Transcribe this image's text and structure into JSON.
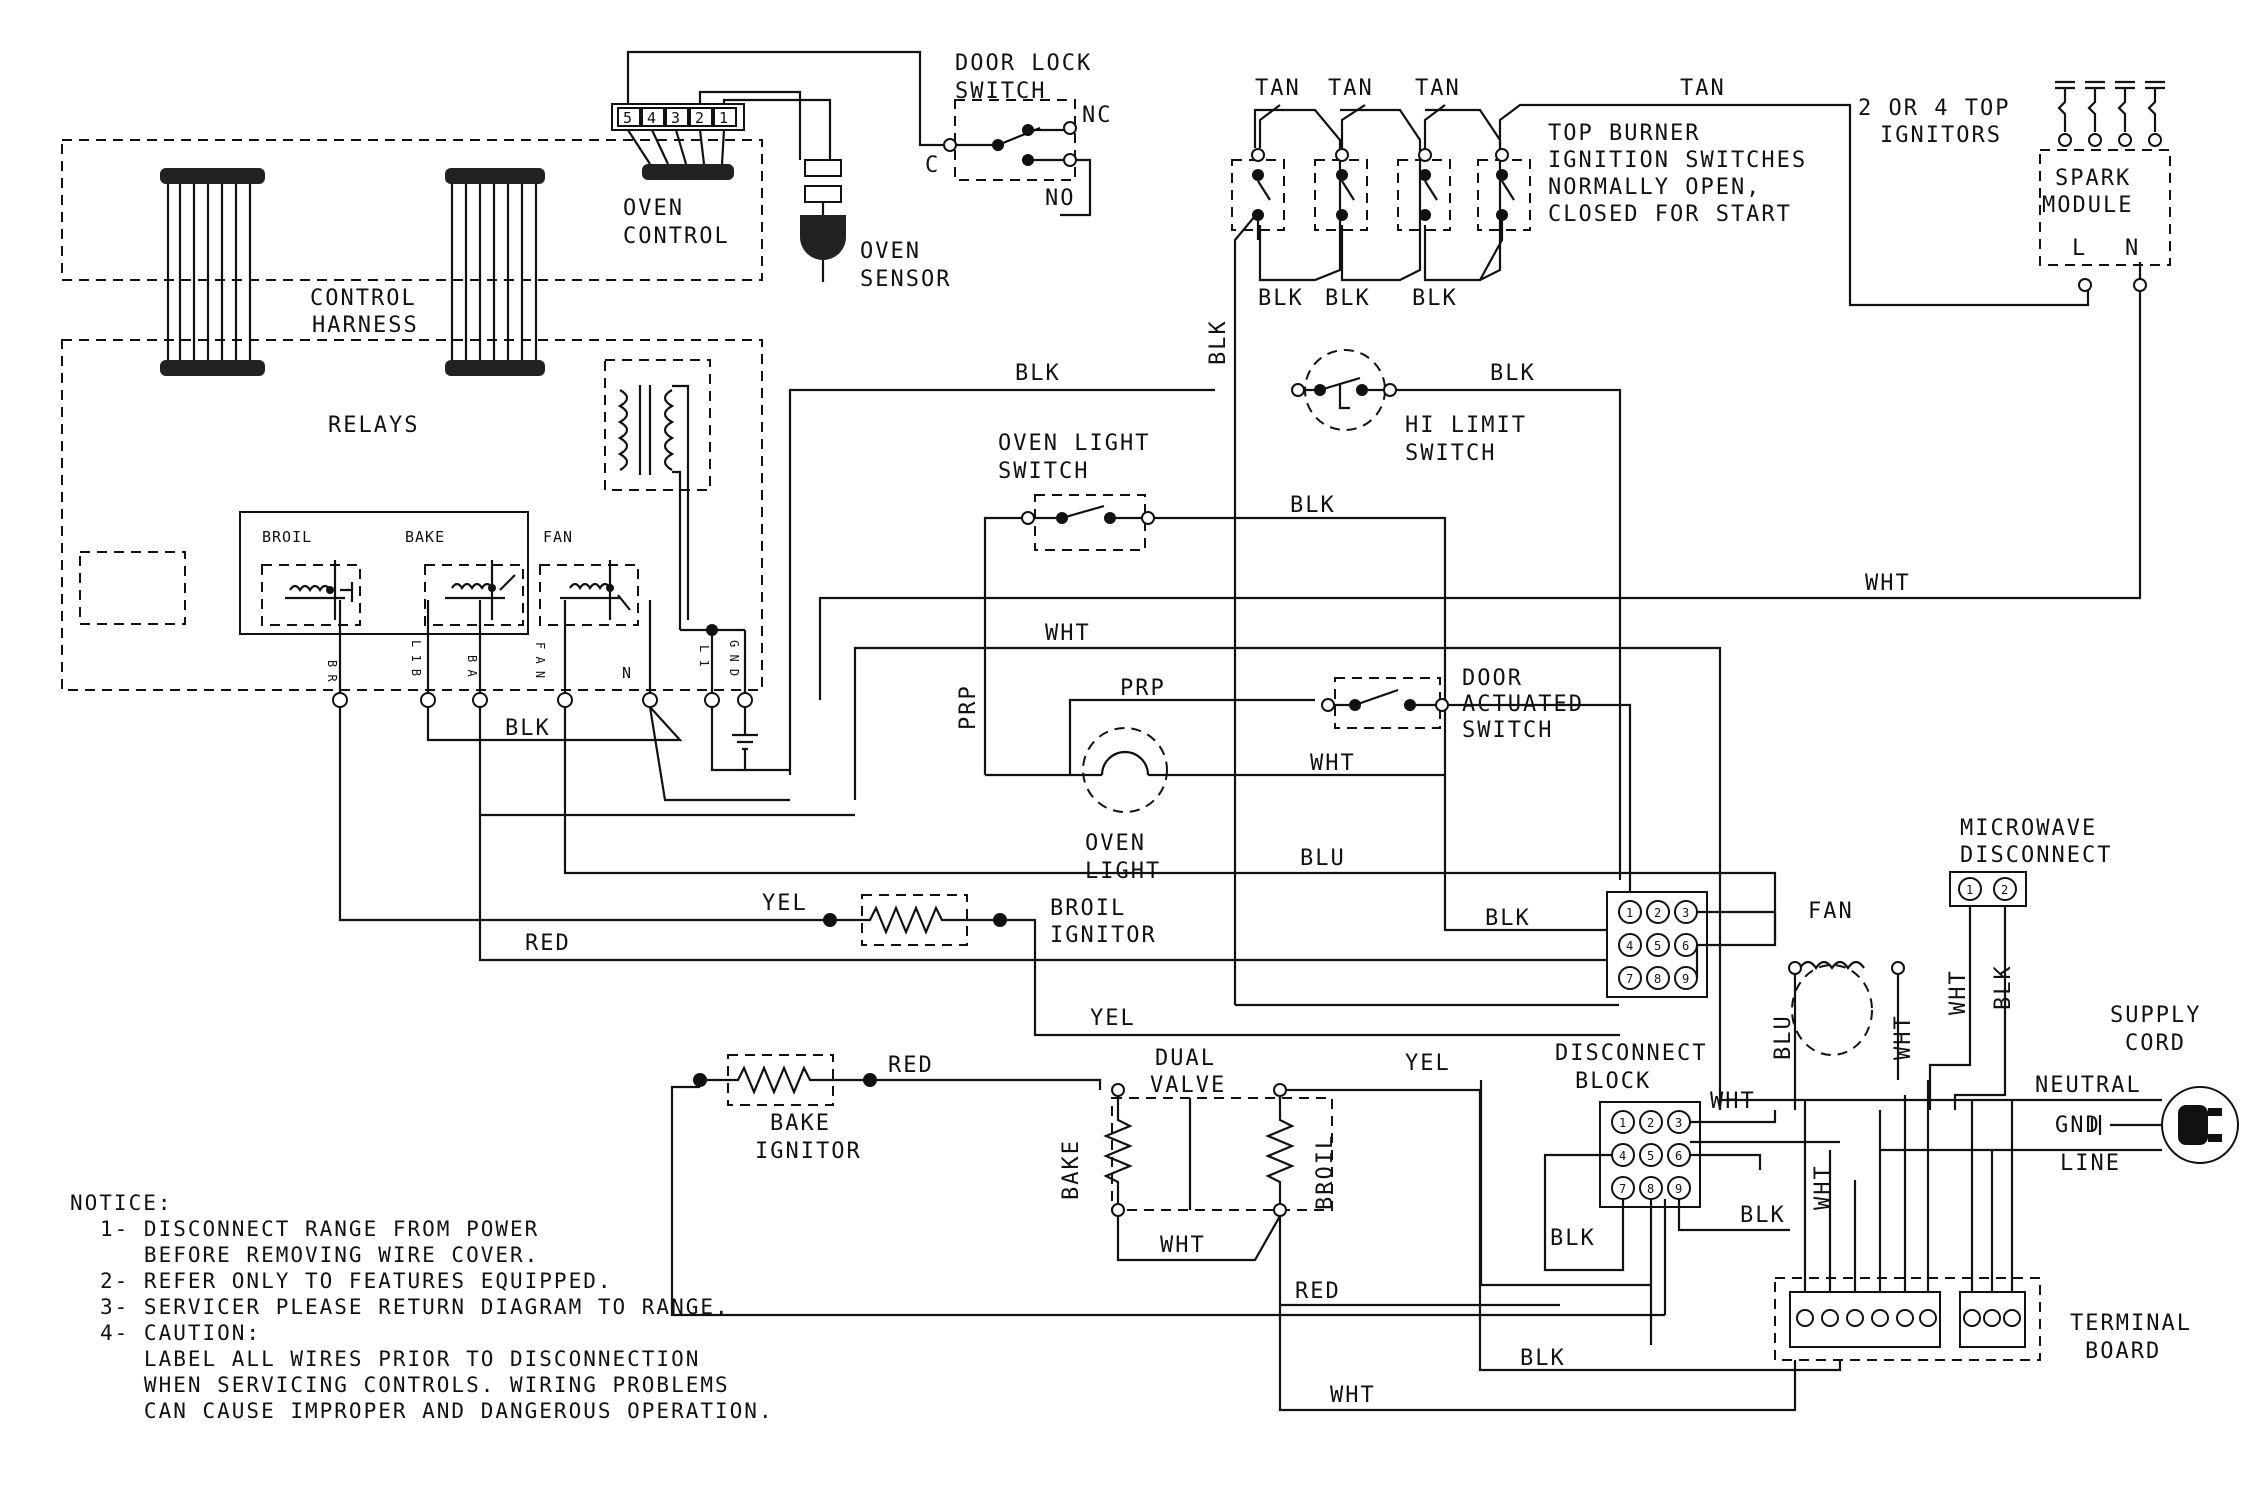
{
  "labels": {
    "door_lock_switch_1": "DOOR LOCK",
    "door_lock_switch_2": "SWITCH",
    "nc": "NC",
    "no": "NO",
    "c": "C",
    "oven_control_1": "OVEN",
    "oven_control_2": "CONTROL",
    "oven_sensor_1": "OVEN",
    "oven_sensor_2": "SENSOR",
    "control_harness_1": "CONTROL",
    "control_harness_2": "HARNESS",
    "relays": "RELAYS",
    "broil_relay": "BROIL",
    "bake_relay": "BAKE",
    "fan_relay": "FAN",
    "tan_1": "TAN",
    "tan_2": "TAN",
    "tan_3": "TAN",
    "tan_4": "TAN",
    "top_burner_1": "TOP BURNER",
    "top_burner_2": "IGNITION SWITCHES",
    "top_burner_3": "NORMALLY OPEN,",
    "top_burner_4": "CLOSED FOR START",
    "ignitors_1": "2 OR 4 TOP",
    "ignitors_2": "IGNITORS",
    "spark_1": "SPARK",
    "spark_2": "MODULE",
    "spark_l": "L",
    "spark_n": "N",
    "blk_ign_1": "BLK",
    "blk_ign_2": "BLK",
    "blk_ign_3": "BLK",
    "blk_vert": "BLK",
    "blk_top": "BLK",
    "blk_hilimit": "BLK",
    "hi_limit_1": "HI LIMIT",
    "hi_limit_2": "SWITCH",
    "oven_light_sw_1": "OVEN LIGHT",
    "oven_light_sw_2": "SWITCH",
    "blk_light": "BLK",
    "wht_spark": "WHT",
    "wht_mid": "WHT",
    "prp_vert": "PRP",
    "prp_h": "PRP",
    "door_act_1": "DOOR",
    "door_act_2": "ACTUATED",
    "door_act_3": "SWITCH",
    "wht_door": "WHT",
    "oven_light_1": "OVEN",
    "oven_light_2": "LIGHT",
    "blu_mid": "BLU",
    "blk_relay": "BLK",
    "pin_br": "B R",
    "pin_l1b": "L 1 B",
    "pin_ba": "B A",
    "pin_fan": "F A N",
    "pin_n": "N",
    "pin_l1": "L 1",
    "pin_gnd": "G N D",
    "yel_broil": "YEL",
    "broil_ign_1": "BROIL",
    "broil_ign_2": "IGNITOR",
    "red_broil": "RED",
    "yel_low": "YEL",
    "blk_block": "BLK",
    "fan_motor": "FAN",
    "mw_disc_1": "MICROWAVE",
    "mw_disc_2": "DISCONNECT",
    "wht_mw": "WHT",
    "blk_mw": "BLK",
    "supply_1": "SUPPLY",
    "supply_2": "CORD",
    "neutral": "NEUTRAL",
    "gnd": "GND",
    "line": "LINE",
    "red_bake": "RED",
    "bake_ign_1": "BAKE",
    "bake_ign_2": "IGNITOR",
    "dual_valve_1": "DUAL",
    "dual_valve_2": "VALVE",
    "bake_valve": "BAKE",
    "broil_valve": "BROIL",
    "wht_valve": "WHT",
    "yel_valve": "YEL",
    "disc_block_1": "DISCONNECT",
    "disc_block_2": "BLOCK",
    "blu_fan": "BLU",
    "wht_fan": "WHT",
    "wht_blk": "WHT",
    "wht_vert2": "WHT",
    "blk_lower1": "BLK",
    "blk_lower2": "BLK",
    "red_lower": "RED",
    "blk_bottom": "BLK",
    "wht_bottom": "WHT",
    "terminal_1": "TERMINAL",
    "terminal_2": "BOARD"
  },
  "oven_control_pins": [
    "5",
    "4",
    "3",
    "2",
    "1"
  ],
  "block_pins": [
    "1",
    "2",
    "3",
    "4",
    "5",
    "6",
    "7",
    "8",
    "9"
  ],
  "mw_pins": [
    "1",
    "2"
  ],
  "notice": {
    "title": "NOTICE:",
    "lines": [
      "1- DISCONNECT RANGE FROM POWER",
      "   BEFORE REMOVING WIRE COVER.",
      "2- REFER ONLY TO FEATURES EQUIPPED.",
      "3- SERVICER PLEASE RETURN DIAGRAM TO RANGE.",
      "4- CAUTION:",
      "   LABEL ALL WIRES PRIOR TO DISCONNECTION",
      "   WHEN SERVICING CONTROLS. WIRING PROBLEMS",
      "   CAN CAUSE IMPROPER AND DANGEROUS OPERATION."
    ]
  }
}
